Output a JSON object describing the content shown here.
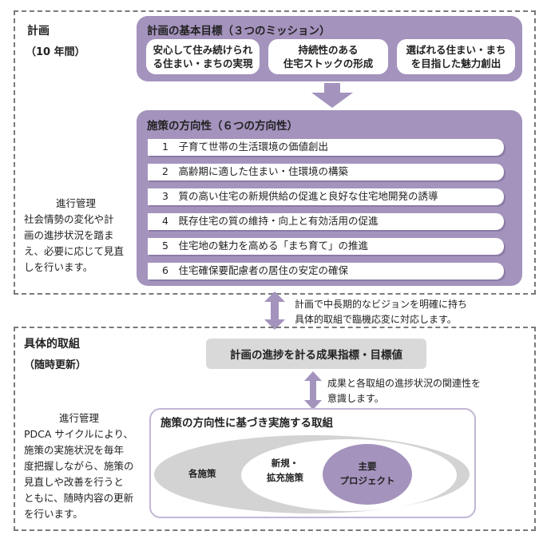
{
  "plan": {
    "label": "計画",
    "period": "（10 年間）",
    "mission_title": "計画の基本目標（３つのミッション）",
    "missions": [
      {
        "line1": "安心して住み続けられ",
        "line2": "る住まい・まちの実現"
      },
      {
        "line1": "持続性のある",
        "line2": "住宅ストックの形成"
      },
      {
        "line1": "選ばれる住まい・まち",
        "line2": "を目指した魅力創出"
      }
    ],
    "direction_title": "施策の方向性（６つの方向性）",
    "directions": [
      "1　子育て世帯の生活環境の価値創出",
      "2　高齢期に適した住まい・住環境の構築",
      "3　質の高い住宅の新規供給の促進と良好な住宅地開発の誘導",
      "4　既存住宅の質の維持・向上と有効活用の促進",
      "5　住宅地の魅力を高める「まち育て」の推進",
      "6　住宅確保要配慮者の居住の安定の確保"
    ],
    "progress_title": "進行管理",
    "progress_lines": [
      "社会情勢の変化や計",
      "画の進捗状況を踏ま",
      "え、必要に応じて見直",
      "しを行います。"
    ]
  },
  "link_note": [
    "計画で中長期的なビジョンを明確に持ち",
    "具体的取組で臨機応変に対応します。"
  ],
  "concrete": {
    "label": "具体的取組",
    "period": "（随時更新）",
    "indicator_box": "計画の進捗を計る成果指標・目標値",
    "link_note": [
      "成果と各取組の進捗状況の関連性を",
      "意識します。"
    ],
    "progress_title": "進行管理",
    "progress_lines": [
      "PDCA サイクルにより、",
      "施策の実施状況を毎年",
      "度把握しながら、施策の",
      "見直しや改善を行うと",
      "ともに、随時内容の更新",
      "を行います。"
    ],
    "actions_title": "施策の方向性に基づき実施する取組",
    "ring_outer": "各施策",
    "ring_middle": [
      "新規・",
      "拡充施策"
    ],
    "ring_inner": [
      "主要",
      "プロジェクト"
    ]
  },
  "colors": {
    "purple": "#a493bd",
    "purple_light": "#c7bad8",
    "grey_box": "#d9d9d9",
    "ring_grey": "#d3d3d3"
  }
}
